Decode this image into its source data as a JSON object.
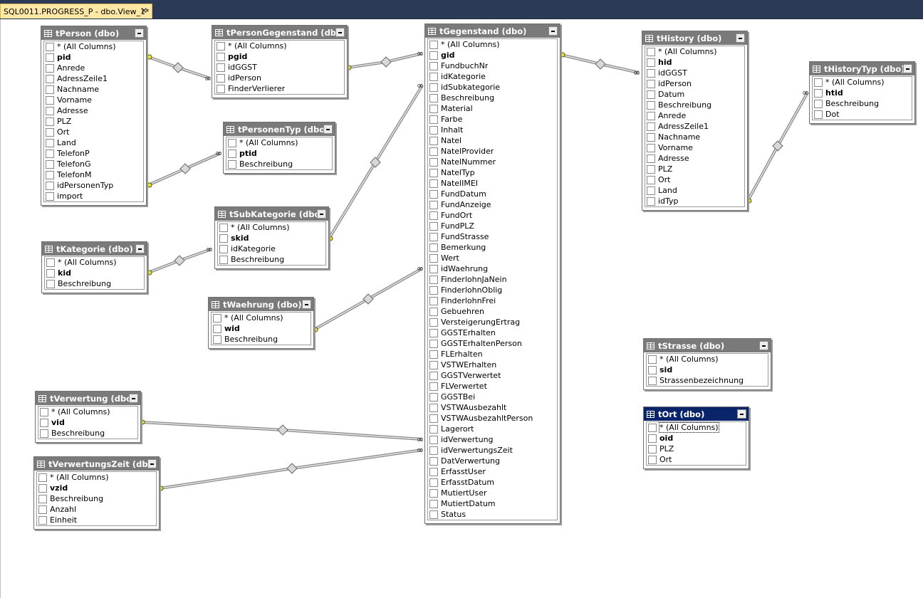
{
  "tab": {
    "title": "SQL0011.PROGRESS_P - dbo.View_1*",
    "close_glyph": "✕"
  },
  "colors": {
    "topbar": "#2b3a55",
    "tab_bg": "#ffe8a6",
    "header_gray": "#7a7a7a",
    "header_selected": "#0a246a"
  },
  "icons": {
    "table": "table-icon",
    "minimize": "minimize-icon",
    "close": "close-icon",
    "key": "key-icon",
    "infinity": "infinity-icon",
    "diamond": "join-diamond-icon"
  },
  "tables": [
    {
      "id": "tPerson",
      "title": "tPerson (dbo)",
      "columns": [
        "* (All Columns)",
        "pid",
        "Anrede",
        "AdressZeile1",
        "Nachname",
        "Vorname",
        "Adresse",
        "PLZ",
        "Ort",
        "Land",
        "TelefonP",
        "TelefonG",
        "TelefonM",
        "idPersonenTyp",
        "import"
      ],
      "key": "pid"
    },
    {
      "id": "tPersonGegenstand",
      "title": "tPersonGegenstand (dbo)",
      "columns": [
        "* (All Columns)",
        "pgid",
        "idGGST",
        "idPerson",
        "FinderVerlierer"
      ],
      "key": "pgid"
    },
    {
      "id": "tPersonenTyp",
      "title": "tPersonenTyp (dbo)",
      "columns": [
        "* (All Columns)",
        "ptid",
        "Beschreibung"
      ],
      "key": "ptid"
    },
    {
      "id": "tSubKategorie",
      "title": "tSubKategorie (dbo)",
      "columns": [
        "* (All Columns)",
        "skid",
        "idKategorie",
        "Beschreibung"
      ],
      "key": "skid"
    },
    {
      "id": "tKategorie",
      "title": "tKategorie (dbo)",
      "columns": [
        "* (All Columns)",
        "kid",
        "Beschreibung"
      ],
      "key": "kid"
    },
    {
      "id": "tWaehrung",
      "title": "tWaehrung (dbo)",
      "columns": [
        "* (All Columns)",
        "wid",
        "Beschreibung"
      ],
      "key": "wid"
    },
    {
      "id": "tVerwertung",
      "title": "tVerwertung (dbo)",
      "columns": [
        "* (All Columns)",
        "vid",
        "Beschreibung"
      ],
      "key": "vid"
    },
    {
      "id": "tVerwertungsZeit",
      "title": "tVerwertungsZeit (dbo)",
      "columns": [
        "* (All Columns)",
        "vzid",
        "Beschreibung",
        "Anzahl",
        "Einheit"
      ],
      "key": "vzid"
    },
    {
      "id": "tGegenstand",
      "title": "tGegenstand (dbo)",
      "columns": [
        "* (All Columns)",
        "gid",
        "FundbuchNr",
        "idKategorie",
        "idSubkategorie",
        "Beschreibung",
        "Material",
        "Farbe",
        "Inhalt",
        "Natel",
        "NatelProvider",
        "NatelNummer",
        "NatelTyp",
        "NatelIMEI",
        "FundDatum",
        "FundAnzeige",
        "FundOrt",
        "FundPLZ",
        "FundStrasse",
        "Bemerkung",
        "Wert",
        "idWaehrung",
        "FinderlohnJaNein",
        "FinderlohnOblig",
        "FinderlohnFrei",
        "Gebuehren",
        "VersteigerungErtrag",
        "GGSTErhalten",
        "GGSTErhaltenPerson",
        "FLErhalten",
        "VSTWErhalten",
        "GGSTVerwertet",
        "FLVerwertet",
        "GGSTBei",
        "VSTWAusbezahlt",
        "VSTWAusbezahltPerson",
        "Lagerort",
        "idVerwertung",
        "idVerwertungsZeit",
        "DatVerwertung",
        "ErfasstUser",
        "ErfasstDatum",
        "MutiertUser",
        "MutiertDatum",
        "Status"
      ],
      "key": "gid"
    },
    {
      "id": "tHistory",
      "title": "tHistory (dbo)",
      "columns": [
        "* (All Columns)",
        "hid",
        "idGGST",
        "idPerson",
        "Datum",
        "Beschreibung",
        "Anrede",
        "AdressZeile1",
        "Nachname",
        "Vorname",
        "Adresse",
        "PLZ",
        "Ort",
        "Land",
        "idTyp"
      ],
      "key": "hid"
    },
    {
      "id": "tHistoryTyp",
      "title": "tHistoryTyp (dbo)",
      "columns": [
        "* (All Columns)",
        "htid",
        "Beschreibung",
        "Dot"
      ],
      "key": "htid"
    },
    {
      "id": "tStrasse",
      "title": "tStrasse (dbo)",
      "columns": [
        "* (All Columns)",
        "sid",
        "Strassenbezeichnung"
      ],
      "key": "sid"
    },
    {
      "id": "tOrt",
      "title": "tOrt (dbo)",
      "columns": [
        "* (All Columns)",
        "oid",
        "PLZ",
        "Ort"
      ],
      "key": "oid",
      "selected": true
    }
  ]
}
